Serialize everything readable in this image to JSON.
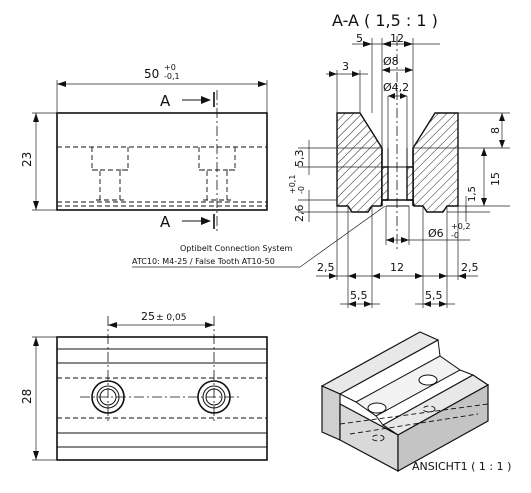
{
  "section_title": "A-A ( 1,5 : 1 )",
  "view_label_3d": "ANSICHT1 ( 1 : 1 )",
  "section_marker": "A",
  "front_view": {
    "width_value": "50",
    "width_tol_upper": "+0",
    "width_tol_lower": "-0,1",
    "height_value": "23",
    "fit_tol_upper": "+0,1",
    "fit_tol_lower": "-0",
    "fit_value": "2,6"
  },
  "section_view": {
    "dim_5": "5",
    "dim_12_top": "12",
    "dim_3": "3",
    "dim_dia8": "Ø8",
    "dim_dia42": "Ø4,2",
    "dim_8": "8",
    "dim_53": "5,3",
    "dim_15": "15",
    "dim_15b": "1,5",
    "dim_dia6": "Ø6",
    "dia6_tol_upper": "+0,2",
    "dia6_tol_lower": "-0",
    "dim_25_left": "2,5",
    "dim_12_bottom": "12",
    "dim_25_right": "2,5",
    "dim_55_left": "5,5",
    "dim_55_right": "5,5"
  },
  "note": {
    "line1": "Optibelt Connection System",
    "line2": "ATC10: M4-25 / False Tooth AT10-50"
  },
  "top_view": {
    "hole_spacing": "25",
    "hole_spacing_tol": "± 0,05",
    "height_value": "28"
  }
}
